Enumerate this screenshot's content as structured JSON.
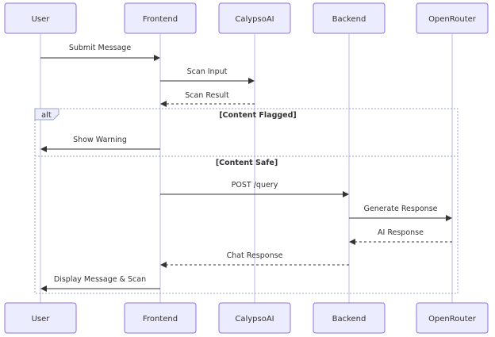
{
  "participants": [
    {
      "id": "user",
      "label": "User"
    },
    {
      "id": "frontend",
      "label": "Frontend"
    },
    {
      "id": "calypsoai",
      "label": "CalypsoAI"
    },
    {
      "id": "backend",
      "label": "Backend"
    },
    {
      "id": "openrouter",
      "label": "OpenRouter"
    }
  ],
  "messages": [
    {
      "from": "user",
      "to": "frontend",
      "label": "Submit Message",
      "style": "solid"
    },
    {
      "from": "frontend",
      "to": "calypsoai",
      "label": "Scan Input",
      "style": "solid"
    },
    {
      "from": "calypsoai",
      "to": "frontend",
      "label": "Scan Result",
      "style": "dotted"
    },
    {
      "from": "frontend",
      "to": "user",
      "label": "Show Warning",
      "style": "solid"
    },
    {
      "from": "frontend",
      "to": "backend",
      "label": "POST /query",
      "style": "solid"
    },
    {
      "from": "backend",
      "to": "openrouter",
      "label": "Generate Response",
      "style": "solid"
    },
    {
      "from": "openrouter",
      "to": "backend",
      "label": "AI Response",
      "style": "dotted"
    },
    {
      "from": "backend",
      "to": "frontend",
      "label": "Chat Response",
      "style": "dotted"
    },
    {
      "from": "frontend",
      "to": "user",
      "label": "Display Message & Scan",
      "style": "solid"
    }
  ],
  "alt_block": {
    "keyword": "alt",
    "condition_1": "[Content Flagged]",
    "condition_2": "[Content Safe]"
  },
  "colors": {
    "actor_fill": "#ECECFF",
    "actor_border": "#9370DB",
    "lifeline": "#BDB9E8",
    "arrow": "#333333",
    "frame": "#9AA6BF"
  }
}
